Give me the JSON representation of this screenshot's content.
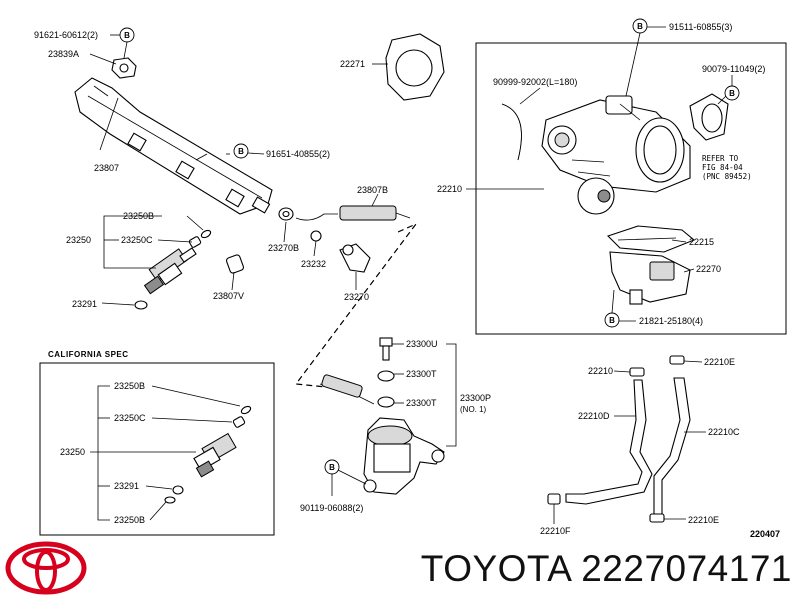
{
  "diagram": {
    "labels": {
      "p91621": "91621-60612(2)",
      "p23839A": "23839A",
      "p22271": "22271",
      "p23807": "23807",
      "p91651": "91651-40855(2)",
      "p23807B": "23807B",
      "p23250B_top": "23250B",
      "p23250_top": "23250",
      "p23250C_top": "23250C",
      "p23270B": "23270B",
      "p23232": "23232",
      "p23291_top": "23291",
      "p23807V": "23807V",
      "p23270": "23270",
      "p90999": "90999-92002(L=180)",
      "p91511": "91511-60855(3)",
      "p90079": "90079-11049(2)",
      "p22210": "22210",
      "refer_line1": "REFER TO",
      "refer_line2": "FIG 84-04",
      "refer_line3": "(PNC 89452)",
      "p22215": "22215",
      "p22270": "22270",
      "p21821": "21821-25180(4)",
      "california_spec": "CALIFORNIA SPEC",
      "p23250B_ca": "23250B",
      "p23250C_ca": "23250C",
      "p23250_ca": "23250",
      "p23291_ca": "23291",
      "p23250B_ca2": "23250B",
      "p23300U": "23300U",
      "p23300T_a": "23300T",
      "p23300T_b": "23300T",
      "p23300P": "23300P",
      "p23300P_note": "(NO. 1)",
      "p90119": "90119-06088(2)",
      "p22210_hose": "22210",
      "p22210E_top": "22210E",
      "p22210D": "22210D",
      "p22210C": "22210C",
      "p22210F": "22210F",
      "p22210E_bot": "22210E",
      "figure_code": "220407",
      "circle_letter": "B"
    }
  },
  "footer": {
    "brand_part": "TOYOTA 2227074171",
    "logo": "toyota-logo-icon",
    "logo_color": "#d7001d"
  }
}
